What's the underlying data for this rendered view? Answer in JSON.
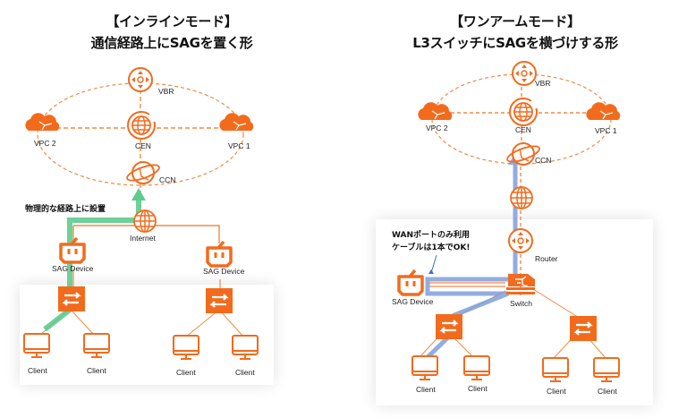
{
  "colors": {
    "accent": "#f26b1d",
    "inline_path": "#5ecb8f",
    "onearm_path": "#7f9fd8",
    "arrow_note": "#3d6fc4"
  },
  "left": {
    "title_line1": "【インラインモード】",
    "title_line2": "通信経路上にSAGを置く形",
    "labels": {
      "vbr": "VBR",
      "cen": "CEN",
      "vpc1": "VPC 1",
      "vpc2": "VPC 2",
      "ccn": "CCN",
      "internet": "Internet",
      "sag1": "SAG Device",
      "sag2": "SAG Device",
      "client1": "Client",
      "client2": "Client",
      "client3": "Client",
      "client4": "Client"
    },
    "note": "物理的な経路上に設置"
  },
  "right": {
    "title_line1": "【ワンアームモード】",
    "title_line2": "L3スイッチにSAGを横づけする形",
    "labels": {
      "vbr": "VBR",
      "cen": "CEN",
      "vpc1": "VPC 1",
      "vpc2": "VPC 2",
      "ccn": "CCN",
      "router": "Router",
      "switch": "Switch",
      "sag": "SAG Device",
      "client1": "Client",
      "client2": "Client",
      "client3": "Client",
      "client4": "Client"
    },
    "note_line1": "WANポートのみ利用",
    "note_line2": "ケーブルは1本でOK!"
  }
}
